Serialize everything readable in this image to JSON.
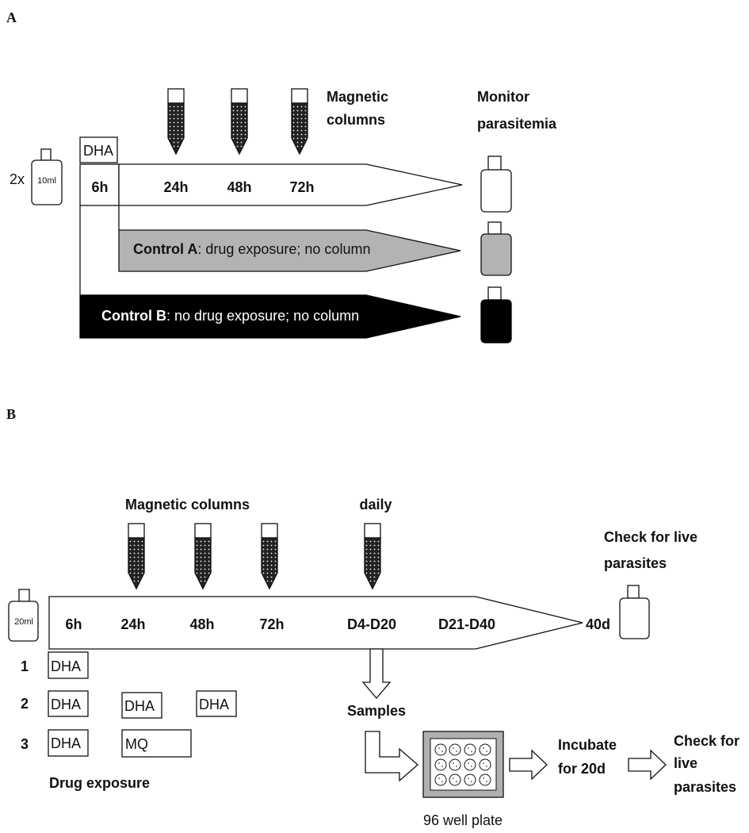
{
  "panel_a": {
    "letter": "A",
    "flask_multiplier": "2x",
    "flask_volume": "10ml",
    "drug_label": "DHA",
    "time_labels": [
      "6h",
      "24h",
      "48h",
      "72h"
    ],
    "magnetic_columns_line1": "Magnetic",
    "magnetic_columns_line2": "columns",
    "monitor_line1": "Monitor",
    "monitor_line2": "parasitemia",
    "control_a_bold": "Control A",
    "control_a_rest": ": drug exposure; no column",
    "control_b_bold": "Control B",
    "control_b_rest": ": no drug exposure; no column",
    "colors": {
      "control_a": "#b3b3b3",
      "control_b": "#000000"
    }
  },
  "panel_b": {
    "letter": "B",
    "magnetic_columns": "Magnetic columns",
    "daily": "daily",
    "flask_volume": "20ml",
    "time_labels": [
      "6h",
      "24h",
      "48h",
      "72h",
      "D4-D20",
      "D21-D40"
    ],
    "end_label": "40d",
    "check_line1": "Check for live",
    "check_line2": "parasites",
    "regimens": [
      {
        "number": "1",
        "drugs": [
          "DHA"
        ]
      },
      {
        "number": "2",
        "drugs": [
          "DHA",
          "DHA",
          "DHA"
        ]
      },
      {
        "number": "3",
        "drugs": [
          "DHA",
          "MQ"
        ]
      }
    ],
    "drug_exposure": "Drug exposure",
    "samples": "Samples",
    "plate_label": "96 well plate",
    "incubate_line1": "Incubate",
    "incubate_line2": "for 20d",
    "check2_line1": "Check for",
    "check2_line2": "live",
    "check2_line3": "parasites"
  }
}
